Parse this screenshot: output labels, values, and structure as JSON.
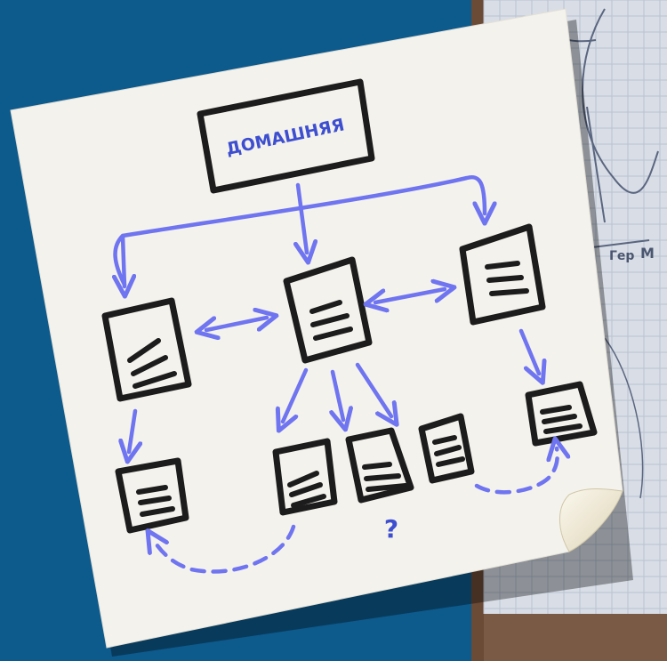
{
  "diagram": {
    "root_label": "ДОМАШНЯЯ",
    "question_mark": "?"
  },
  "photo": {
    "scribble_1": "Гер",
    "scribble_2": "М"
  },
  "colors": {
    "background_blue": "#0d5a8c",
    "paper": "#f4f2ec",
    "ink": "#1c1c1c",
    "arrow_blue": "#6f74f0",
    "label_blue": "#3d4fd0",
    "photo_wood": "#7a5a44",
    "photo_grid_paper": "#d7dde6"
  },
  "icons": [
    "page-icon",
    "arrow-icon",
    "dashed-arrow-icon",
    "curled-corner-icon"
  ]
}
